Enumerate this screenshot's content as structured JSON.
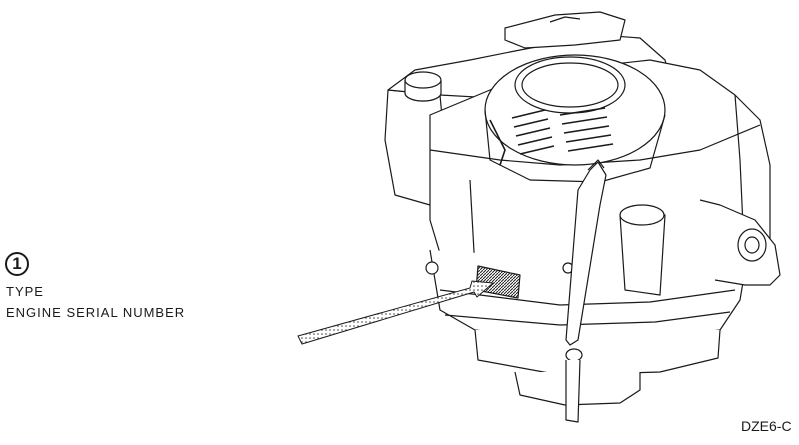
{
  "callout": {
    "number": "1",
    "type_label": "TYPE",
    "serial_label": "ENGINE SERIAL NUMBER"
  },
  "figure_code": "DZE6-C",
  "colors": {
    "ink": "#1a1a1a",
    "shade": "#555555",
    "paper": "#ffffff"
  },
  "icons": {
    "callout_marker": "circled-number"
  }
}
